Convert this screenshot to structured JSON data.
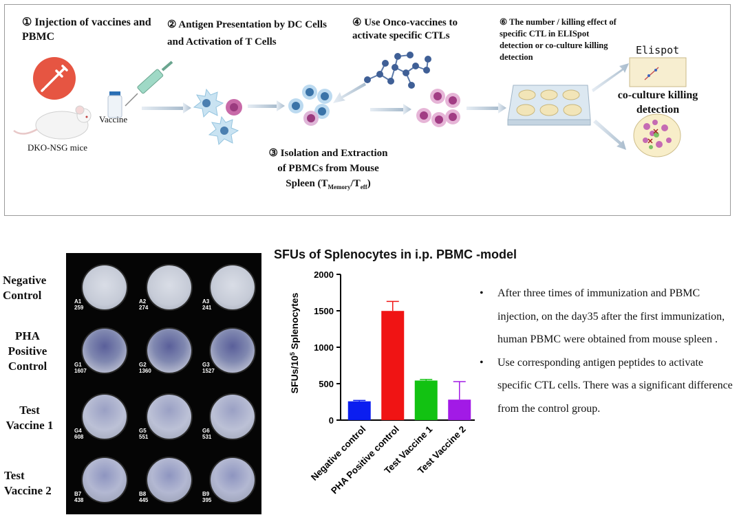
{
  "workflow": {
    "step1": "① Injection of vaccines and PBMC",
    "step2": "② Antigen Presentation by DC Cells and Activation of T Cells",
    "step3_line1": "③  Isolation and Extraction",
    "step3_line2": "of PBMCs from Mouse",
    "step3_prefix": "Spleen (T",
    "step3_sub1": "Memory",
    "step3_mid": "/T",
    "step3_sub2": "eff",
    "step3_suffix": ")",
    "step4": "④ Use Onco-vaccines to activate specific CTLs",
    "step6": "⑥  The number / killing effect of specific CTL in ELISpot detection or co-culture killing detection",
    "mice_label": "DKO-NSG mice",
    "vaccine_label": "Vaccine",
    "elispot_label": "Elispot",
    "coculture_label": "co-culture killing detection"
  },
  "plate": {
    "row_labels": [
      "Negative Control",
      "PHA Positive Control",
      "Test Vaccine 1",
      "Test Vaccine 2"
    ],
    "wells": [
      [
        {
          "id": "A1",
          "count": "259"
        },
        {
          "id": "A2",
          "count": "274"
        },
        {
          "id": "A3",
          "count": "241"
        }
      ],
      [
        {
          "id": "G1",
          "count": "1607"
        },
        {
          "id": "G2",
          "count": "1360"
        },
        {
          "id": "G3",
          "count": "1527"
        }
      ],
      [
        {
          "id": "G4",
          "count": "608"
        },
        {
          "id": "G5",
          "count": "551"
        },
        {
          "id": "G6",
          "count": "531"
        }
      ],
      [
        {
          "id": "B7",
          "count": "438"
        },
        {
          "id": "B8",
          "count": "445"
        },
        {
          "id": "B9",
          "count": "395"
        }
      ]
    ]
  },
  "chart_title": "SFUs of Splenocytes in i.p. PBMC -model",
  "chart_data": {
    "type": "bar",
    "title": "SFUs of Splenocytes in i.p. PBMC -model",
    "ylabel": "SFUs/10^5 Splenocytes",
    "ylabel_base": "SFUs/10",
    "ylabel_sup": "5",
    "ylabel_tail": " Splenocytes",
    "xlabel": "",
    "categories": [
      "Negative control",
      "PHA Positive control",
      "Test Vaccine 1",
      "Test Vaccine 2"
    ],
    "values": [
      258,
      1498,
      543,
      281
    ],
    "error": [
      12,
      130,
      15,
      247
    ],
    "colors": [
      "#0b1ef0",
      "#f01414",
      "#12c212",
      "#a21ae6"
    ],
    "ylim": [
      0,
      2000
    ],
    "yticks": [
      0,
      500,
      1000,
      1500,
      2000
    ],
    "grid": false
  },
  "bullets": [
    "After three times of immunization and PBMC injection, on the day35 after the first immunization, human PBMC were obtained from mouse spleen .",
    "Use corresponding antigen peptides to activate specific CTL cells. There was a significant difference from the control group."
  ],
  "bullet_symbol": "•"
}
